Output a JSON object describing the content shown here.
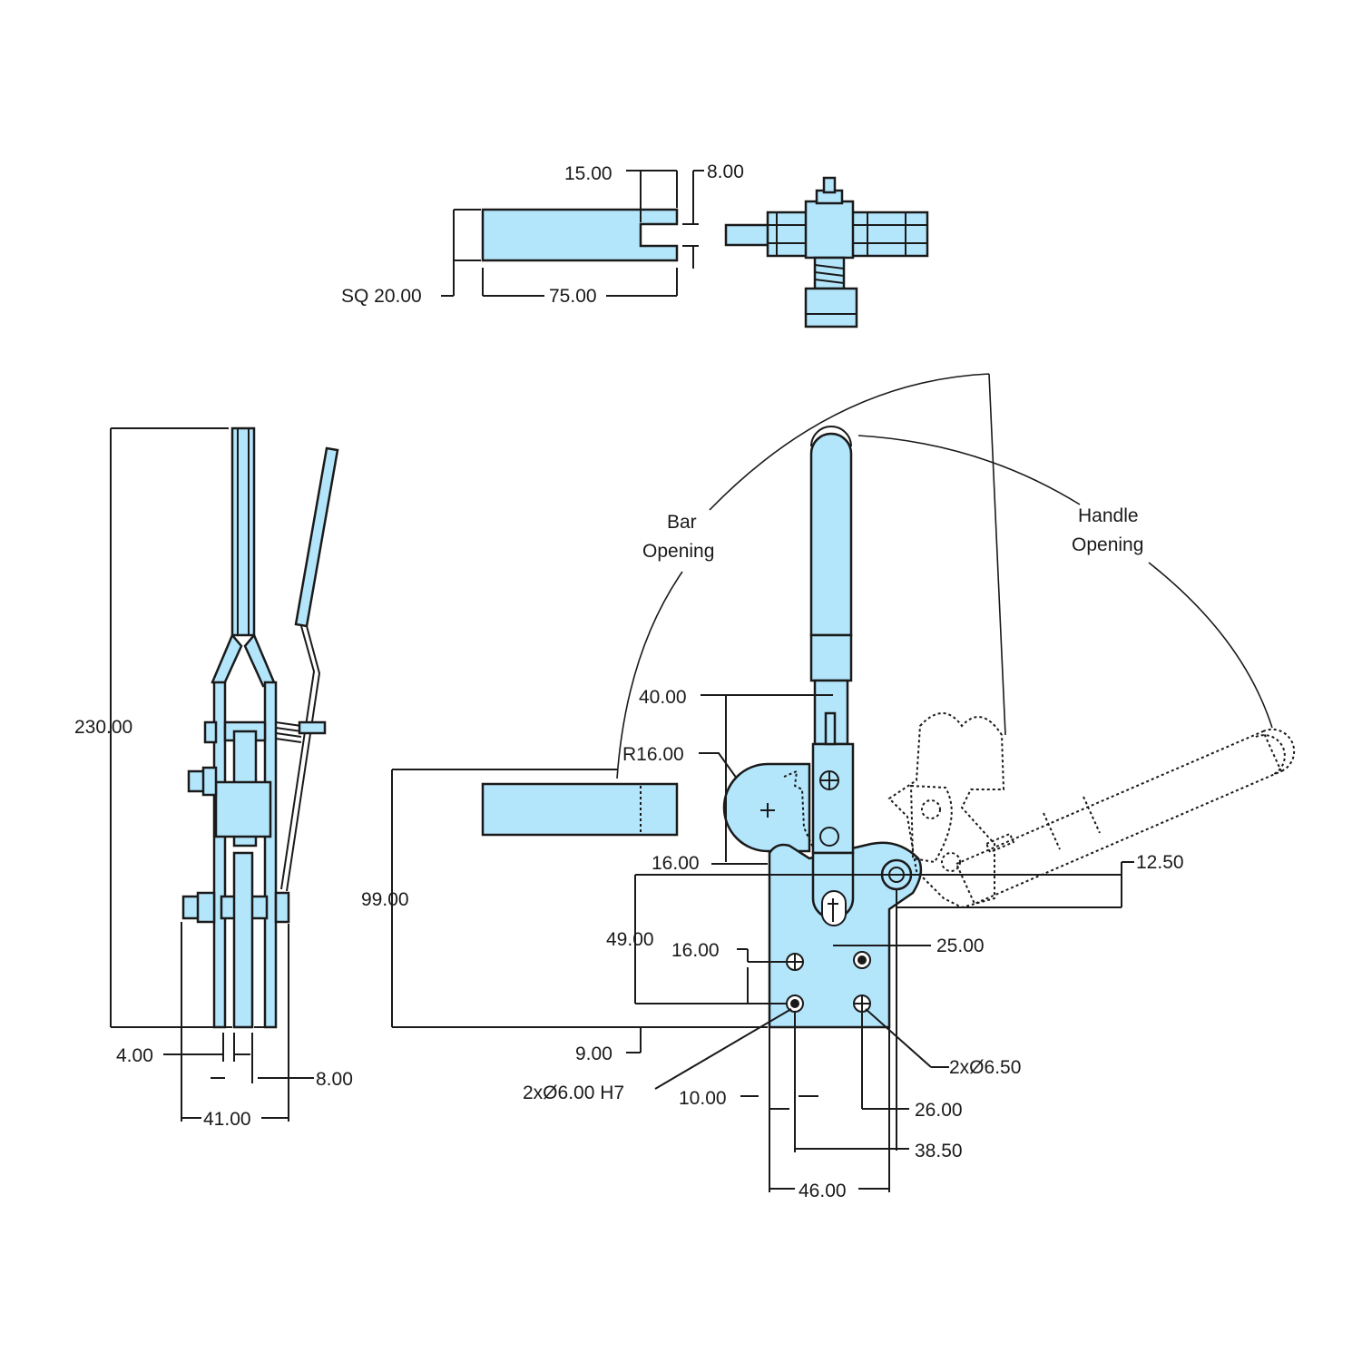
{
  "labels": {
    "bar_opening_1": "Bar",
    "bar_opening_2": "Opening",
    "handle_opening_1": "Handle",
    "handle_opening_2": "Opening"
  },
  "dimensions": {
    "top_15": "15.00",
    "top_8": "8.00",
    "sq20": "SQ 20.00",
    "len75": "75.00",
    "height230": "230.00",
    "w4": "4.00",
    "w8": "8.00",
    "w41": "41.00",
    "d40": "40.00",
    "r16": "R16.00",
    "d16a": "16.00",
    "d99": "99.00",
    "d49": "49.00",
    "d16b": "16.00",
    "d9": "9.00",
    "h6": "2xØ6.00 H7",
    "d10": "10.00",
    "d12_5": "12.50",
    "d25": "25.00",
    "h6_5": "2xØ6.50",
    "d26": "26.00",
    "d38_5": "38.50",
    "d46": "46.00"
  },
  "colors": {
    "part_fill": "#b3e5fb",
    "line": "#1a1a1a"
  }
}
